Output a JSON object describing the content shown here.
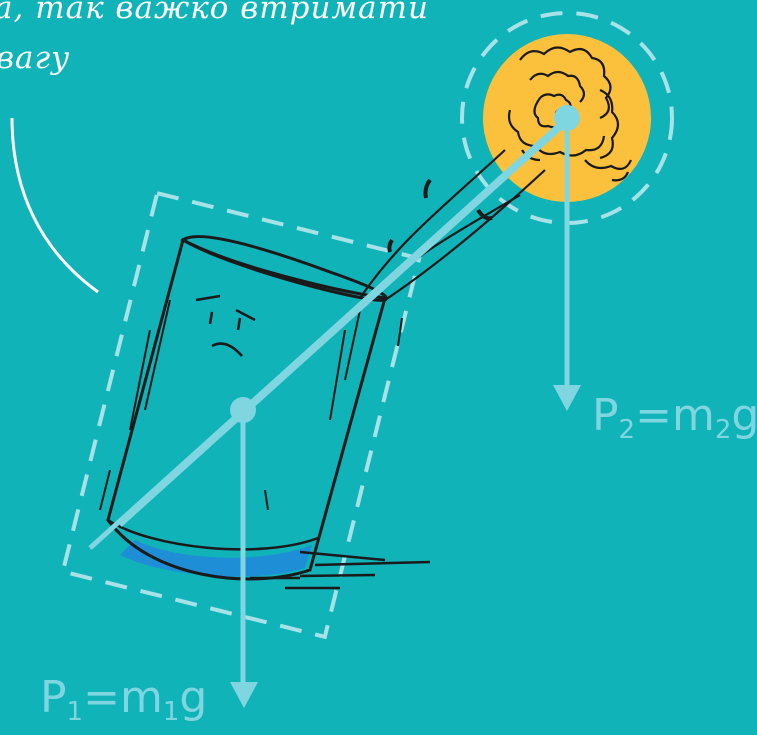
{
  "speech": {
    "line1": "а, так важко втримати",
    "line2": "вагу"
  },
  "formulas": {
    "p1": {
      "P": "P",
      "sub": "1",
      "eq": "=m",
      "sub2": "1",
      "g": "g"
    },
    "p2": {
      "P": "P",
      "sub": "2",
      "eq": "=m",
      "sub2": "2",
      "g": "g"
    }
  },
  "colors": {
    "background": "#0fb3b8",
    "force_line": "#7fd6e0",
    "center_of_mass": "#7fd6e0",
    "sun": "#fbc13d",
    "water": "#1e8ed6",
    "dashed": "#a7e2e8"
  }
}
